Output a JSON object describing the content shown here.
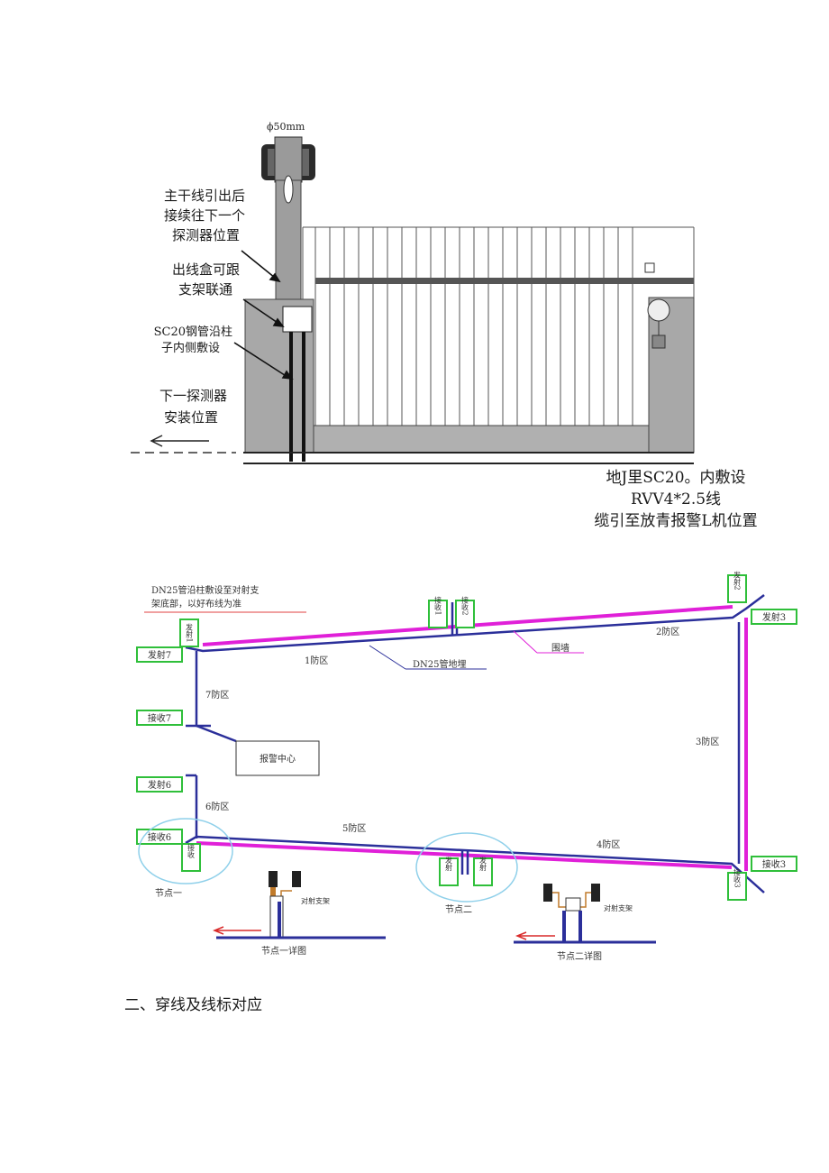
{
  "fig1": {
    "pipe_diameter": "ϕ50mm",
    "note_trunk": [
      "主干线引出后",
      "接续往下一个",
      "探测器位置"
    ],
    "note_box": [
      "出线盒可跟",
      "支架联通"
    ],
    "note_pipe": [
      "SC20钢管沿柱",
      "子内侧敷设"
    ],
    "note_next": [
      "下一探测器",
      "安装位置"
    ],
    "caption": [
      "地J里SC20。内敷设",
      "RVV4*2.5线",
      "缆引至放青报警L机位置"
    ]
  },
  "fig2": {
    "note_dn25": [
      "DN25管沿柱敷设至对射支",
      "架底部，以好布线为准"
    ],
    "label_dn25_buried": "DN25管地埋",
    "label_wall": "围墙",
    "alarm_center": "报警中心",
    "zones": [
      "1防区",
      "2防区",
      "3防区",
      "4防区",
      "5防区",
      "6防区",
      "7防区"
    ],
    "tags": {
      "tx1": "发射1",
      "rx1": "接收1",
      "rx2": "接收2",
      "tx3": "发射3",
      "rx3a": "接收3",
      "rx3b": "接收3",
      "tx7": "发射7",
      "rx7": "接收7",
      "tx6": "发射6",
      "rx6": "接收6",
      "rx6b": "接收",
      "tx5": "发射",
      "tx4": "发射",
      "tx2": "发射2"
    },
    "node1": "节点一",
    "node2": "节点二",
    "node1_detail": "节点一详图",
    "node2_detail": "节点二详图",
    "bracket": "对射支架"
  },
  "section_heading": "二、穿线及线标对应",
  "colors": {
    "pipe": "#2b2f9a",
    "wall": "#e020d8",
    "tag": "#2fbf3a",
    "arrow": "#d92b2b",
    "bracket": "#c07a2a"
  }
}
